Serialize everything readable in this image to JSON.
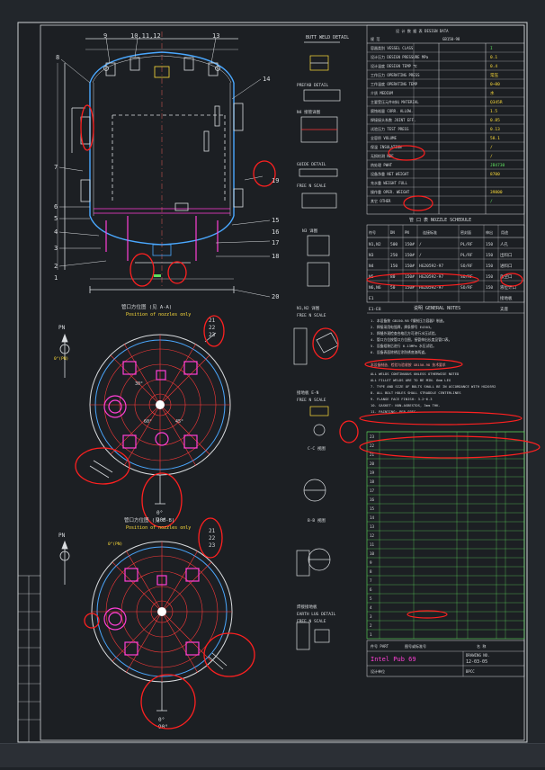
{
  "drawing": {
    "nozzle_schedule_title": "管 口 表 NOZZLE SCHEDULE",
    "general_notes_title": "说明 GENERAL NOTES",
    "title_block": {
      "company": "Intel  Pub  69",
      "drawing_no_label": "DRAWING NO.",
      "drawing_no": "12-03-05",
      "size": "BPCC"
    },
    "views": {
      "orientation_1": "管口方位图 (见 A-A)",
      "orientation_1_sub": "Position of nozzles only",
      "orientation_2": "管口方位图 (见 B-B)",
      "orientation_2_sub": "Position of nozzles only",
      "view_c": "C-C 视图",
      "view_b": "B-B 视图",
      "view_ee": "E-E",
      "earth_lug": "EARTH LUG DETAIL",
      "earth_lug_sub": "FREE N SCALE",
      "butt_weld": "BUTT WELD DETAIL",
      "pn_label": "PN"
    },
    "balloon_numbers": [
      "9",
      "10,11,12",
      "13",
      "8",
      "14",
      "7",
      "6",
      "5",
      "4",
      "3",
      "2",
      "1",
      "15",
      "16",
      "17",
      "18",
      "19",
      "20",
      "21",
      "22",
      "23"
    ],
    "nozzle_rows": [
      {
        "mark": "N1,N2",
        "size": "500",
        "rating": "150#",
        "std": "/",
        "face": "PL/RF",
        "len": "150",
        "use": "人孔"
      },
      {
        "mark": "N3",
        "size": "250",
        "rating": "150#",
        "std": "/",
        "face": "PL/RF",
        "len": "150",
        "use": "出料口"
      },
      {
        "mark": "N4",
        "size": "150",
        "rating": "150#",
        "std": "HG20592-97",
        "face": "SO/RF",
        "len": "150",
        "use": "进料口"
      },
      {
        "mark": "N5",
        "size": "80",
        "rating": "150#",
        "std": "HG20592-97",
        "face": "SO/RF",
        "len": "150",
        "use": "放空口"
      },
      {
        "mark": "N6,N6",
        "size": "50",
        "rating": "150#",
        "std": "HG20592-97",
        "face": "SO/RF",
        "len": "150",
        "use": "液位计口"
      },
      {
        "mark": "E1",
        "size": "",
        "rating": "",
        "std": "",
        "face": "",
        "len": "",
        "use": "接地板"
      },
      {
        "mark": "E1-E8",
        "size": "",
        "rating": "",
        "std": "",
        "face": "",
        "len": "",
        "use": "支座"
      }
    ],
    "notes_highlight": "本设备制造、检验与验收按 GB150-98 技术要求"
  }
}
